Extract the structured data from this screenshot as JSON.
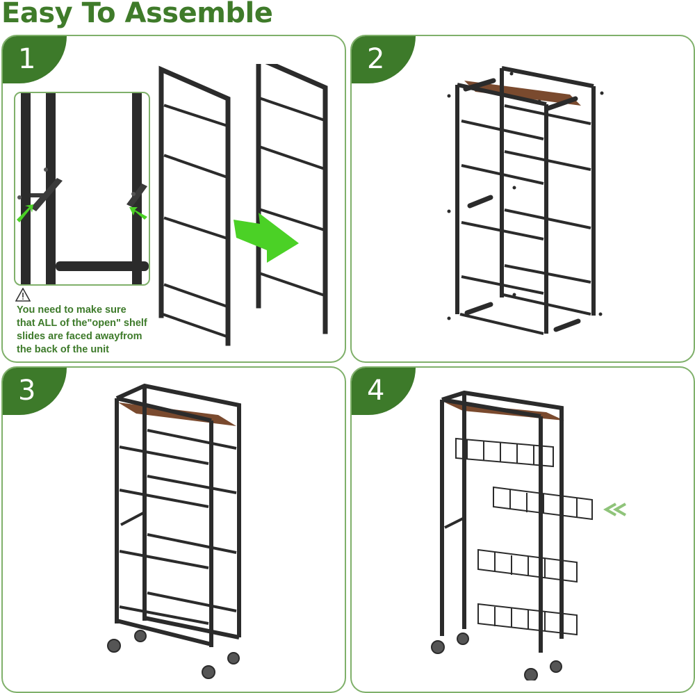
{
  "title": "Easy To Assemble",
  "steps": [
    {
      "number": "1",
      "warning_icon": "warning-triangle-icon",
      "note": "You need to make sure\nthat ALL of the\"open\" shelf\nslides are faced awayfrom\nthe back of the unit"
    },
    {
      "number": "2"
    },
    {
      "number": "3"
    },
    {
      "number": "4"
    }
  ],
  "colors": {
    "brand_green": "#3d7a2a",
    "border_green": "#7fb06a",
    "arrow_green": "#4bd126",
    "frame": "#2b2b2b",
    "wood": "#7a4a2e"
  }
}
